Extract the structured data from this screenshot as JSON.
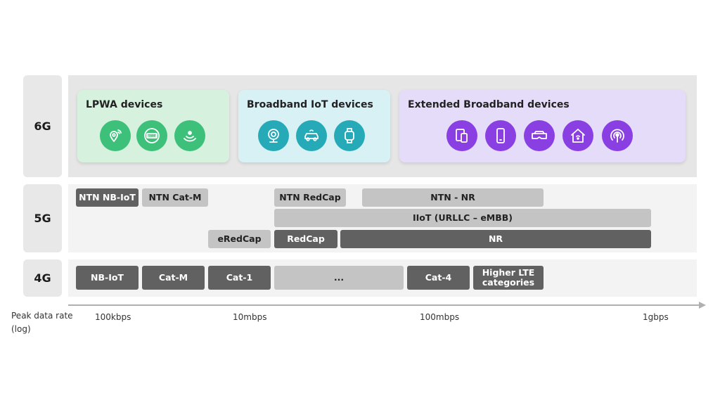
{
  "colors": {
    "lpwa_bg": "#d6f2df",
    "lpwa_icon": "#3cc07a",
    "broadband_bg": "#d8f1f5",
    "broadband_icon": "#27aab7",
    "extended_bg": "#e5dcfa",
    "extended_icon": "#8a3fe3",
    "pill_dark": "#616161",
    "pill_light": "#c4c4c4"
  },
  "rows": {
    "g6": "6G",
    "g5": "5G",
    "g4": "4G"
  },
  "cards": {
    "lpwa": {
      "title": "LPWA devices",
      "icons": [
        "location-tracker-icon",
        "smart-meter-icon",
        "wireless-sensor-icon"
      ],
      "meter_text": "00110"
    },
    "broadband": {
      "title": "Broadband IoT devices",
      "icons": [
        "camera-icon",
        "connected-car-icon",
        "smartwatch-icon"
      ]
    },
    "extended": {
      "title": "Extended Broadband devices",
      "icons": [
        "tablet-phone-icon",
        "smartphone-icon",
        "vr-headset-icon",
        "smart-home-icon",
        "wireless-broadcast-icon"
      ]
    }
  },
  "g5": {
    "ntn_nbiot": "NTN NB-IoT",
    "ntn_catm": "NTN Cat-M",
    "ntn_redcap": "NTN RedCap",
    "ntn_nr": "NTN - NR",
    "iiot": "IIoT (URLLC – eMBB)",
    "eredcap": "eRedCap",
    "redcap": "RedCap",
    "nr": "NR"
  },
  "g4": {
    "nbiot": "NB-IoT",
    "catm": "Cat-M",
    "cat1": "Cat-1",
    "ellipsis": "...",
    "cat4": "Cat-4",
    "higher_lte": "Higher LTE categories"
  },
  "axis": {
    "title": "Peak data rate (log)",
    "ticks": [
      "100kbps",
      "10mbps",
      "100mbps",
      "1gbps"
    ]
  }
}
